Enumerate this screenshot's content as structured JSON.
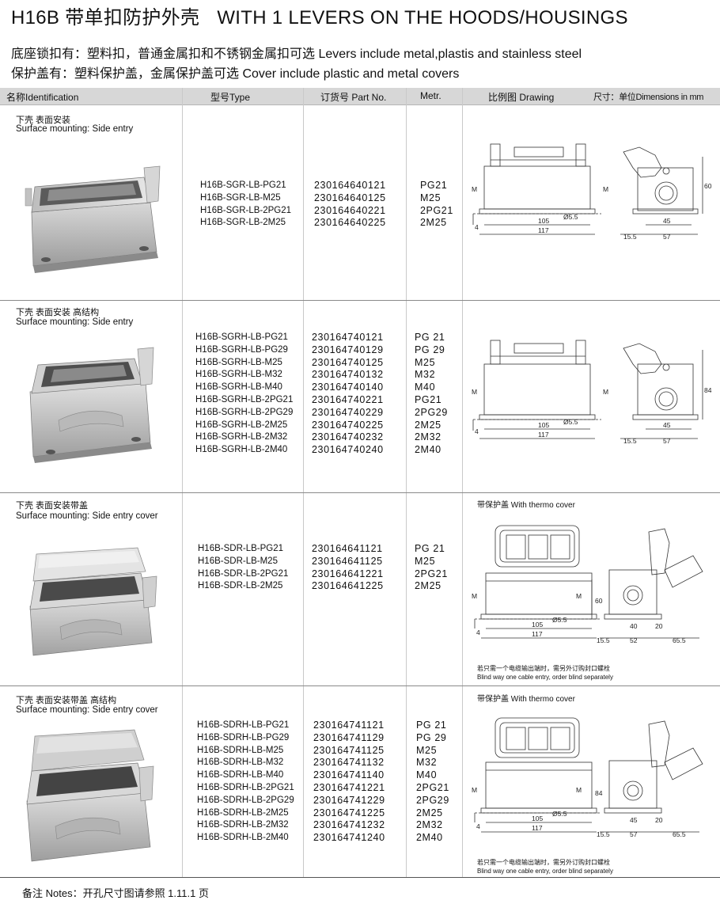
{
  "header": {
    "title_model": "H16B",
    "title_zh": "带单扣防护外壳",
    "title_en": "WITH 1 LEVERS ON THE HOODS/HOUSINGS",
    "line1": "底座锁扣有：塑料扣，普通金属扣和不锈钢金属扣可选 Levers include metal,plastis and stainless steel",
    "line2": "保护盖有：塑料保护盖，金属保护盖可选 Cover include plastic and metal covers"
  },
  "table_header": {
    "identification": "名称Identification",
    "type": "型号Type",
    "part_no": "订货号 Part No.",
    "metr": "Metr.",
    "drawing": "比例图 Drawing",
    "dimensions": "尺寸：单位Dimensions in mm"
  },
  "rows": [
    {
      "name_zh": "下壳  表面安装",
      "name_en": "Surface mounting: Side entry",
      "types": [
        "H16B-SGR-LB-PG21",
        "H16B-SGR-LB-M25",
        "H16B-SGR-LB-2PG21",
        "H16B-SGR-LB-2M25"
      ],
      "parts": [
        "230164640121",
        "230164640125",
        "230164640221",
        "230164640225"
      ],
      "metr": [
        "PG21",
        "M25",
        "2PG21",
        "2M25"
      ],
      "drawing": {
        "width": "105",
        "total": "117",
        "hole": "Ø5.5",
        "left": "4",
        "m": "M",
        "height": "60",
        "d1": "15.5",
        "d2": "57",
        "d3": "45"
      }
    },
    {
      "name_zh": "下壳  表面安装  高结构",
      "name_en": "Surface mounting: Side entry",
      "types": [
        "H16B-SGRH-LB-PG21",
        "H16B-SGRH-LB-PG29",
        "H16B-SGRH-LB-M25",
        "H16B-SGRH-LB-M32",
        "H16B-SGRH-LB-M40",
        "H16B-SGRH-LB-2PG21",
        "H16B-SGRH-LB-2PG29",
        "H16B-SGRH-LB-2M25",
        "H16B-SGRH-LB-2M32",
        "H16B-SGRH-LB-2M40"
      ],
      "parts": [
        "230164740121",
        "230164740129",
        "230164740125",
        "230164740132",
        "230164740140",
        "230164740221",
        "230164740229",
        "230164740225",
        "230164740232",
        "230164740240"
      ],
      "metr": [
        "PG 21",
        "PG 29",
        "M25",
        "M32",
        "M40",
        "PG21",
        "2PG29",
        "2M25",
        "2M32",
        "2M40"
      ],
      "drawing": {
        "width": "105",
        "total": "117",
        "hole": "Ø5.5",
        "left": "4",
        "m": "M",
        "height": "84",
        "d1": "15.5",
        "d2": "57",
        "d3": "45"
      }
    },
    {
      "name_zh": "下壳  表面安装带盖",
      "name_en": "Surface mounting: Side entry cover",
      "types": [
        "H16B-SDR-LB-PG21",
        "H16B-SDR-LB-M25",
        "H16B-SDR-LB-2PG21",
        "H16B-SDR-LB-2M25"
      ],
      "parts": [
        "230164641121",
        "230164641125",
        "230164641221",
        "230164641225"
      ],
      "metr": [
        "PG 21",
        "M25",
        "2PG21",
        "2M25"
      ],
      "cover_label": "带保护盖 With thermo cover",
      "note_zh": "若只需一个电缆输出端时，需另外订购封口螺栓",
      "note_en": "Blind way one cable entry, order blind separately",
      "drawing": {
        "width": "105",
        "total": "117",
        "hole": "Ø5.5",
        "left": "4",
        "m": "M",
        "height": "60",
        "d1": "15.5",
        "d2": "52",
        "d3": "40",
        "d4": "20",
        "d5": "65.5"
      }
    },
    {
      "name_zh": "下壳  表面安装带盖  高结构",
      "name_en": "Surface mounting: Side entry cover",
      "types": [
        "H16B-SDRH-LB-PG21",
        "H16B-SDRH-LB-PG29",
        "H16B-SDRH-LB-M25",
        "H16B-SDRH-LB-M32",
        "H16B-SDRH-LB-M40",
        "H16B-SDRH-LB-2PG21",
        "H16B-SDRH-LB-2PG29",
        "H16B-SDRH-LB-2M25",
        "H16B-SDRH-LB-2M32",
        "H16B-SDRH-LB-2M40"
      ],
      "parts": [
        "230164741121",
        "230164741129",
        "230164741125",
        "230164741132",
        "230164741140",
        "230164741221",
        "230164741229",
        "230164741225",
        "230164741232",
        "230164741240"
      ],
      "metr": [
        "PG 21",
        "PG 29",
        "M25",
        "M32",
        "M40",
        "2PG21",
        "2PG29",
        "2M25",
        "2M32",
        "2M40"
      ],
      "cover_label": "带保护盖 With thermo cover",
      "note_zh": "若只需一个电缆输出端时，需另外订购封口螺栓",
      "note_en": "Blind way one cable entry, order blind separately",
      "drawing": {
        "width": "105",
        "total": "117",
        "hole": "Ø5.5",
        "left": "4",
        "m": "M",
        "height": "84",
        "d1": "15.5",
        "d2": "57",
        "d3": "45",
        "d4": "20",
        "d5": "65.5"
      }
    }
  ],
  "footer": "备注 Notes：开孔尺寸图请参照 1.11.1 页"
}
